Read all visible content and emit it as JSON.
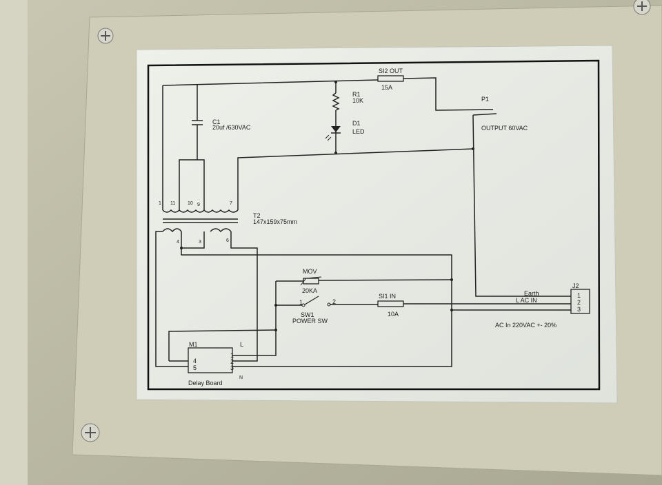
{
  "diagram": {
    "fuse_out": {
      "name": "SI2 OUT",
      "rating": "15A"
    },
    "resistor": {
      "name": "R1",
      "value": "10K"
    },
    "led": {
      "name": "D1",
      "value": "LED"
    },
    "capacitor": {
      "name": "C1",
      "value": "20uf /630VAC"
    },
    "output": {
      "name": "P1",
      "label": "OUTPUT 60VAC"
    },
    "transformer": {
      "name": "T2",
      "size": "147x159x75mm",
      "primary_pins": [
        "1",
        "11",
        "10",
        "9",
        "7"
      ],
      "secondary_pins": [
        "4",
        "3",
        "6"
      ]
    },
    "mov": {
      "name": "MOV",
      "rating": "20KA"
    },
    "switch": {
      "name": "SW1",
      "label": "POWER SW",
      "pin1": "1",
      "pin2": "2"
    },
    "fuse_in": {
      "name": "SI1 IN",
      "rating": "10A"
    },
    "connector": {
      "name": "J2",
      "pins": [
        "1",
        "2",
        "3"
      ],
      "earth": "Earth",
      "line": "L AC IN",
      "note": "AC In 220VAC +- 20%"
    },
    "delay_board": {
      "name": "M1",
      "label": "Delay Board",
      "l": "L",
      "n": "N",
      "left_pins": [
        "4",
        "5"
      ],
      "right_pins": [
        "1",
        "2",
        "3"
      ]
    }
  }
}
